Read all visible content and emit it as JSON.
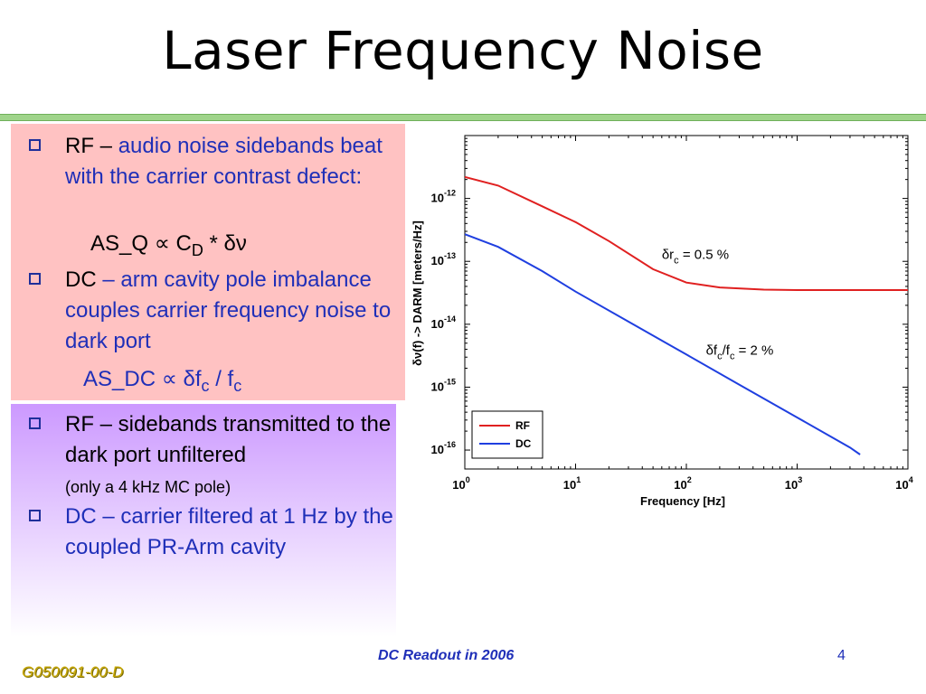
{
  "slide": {
    "title": "Laser Frequency Noise",
    "footer_center": "DC Readout in 2006",
    "footer_page": "4",
    "footer_left": "G050091-00-D"
  },
  "colors": {
    "rule": "#9fd48a",
    "panel_top": "#ffc2c2",
    "panel_bottom": "#cc99ff",
    "text_blue": "#1f2fb8",
    "rf_line": "#e02020",
    "dc_line": "#1f3fe0"
  },
  "bullets": {
    "b1_lead": "RF – ",
    "b1_rest": "audio noise sidebands beat with the carrier contrast defect:",
    "f1_text": "AS_Q  ∝  C",
    "f1_sub": "D",
    "f1_tail": " *  δν",
    "b2_lead": "DC ",
    "b2_rest": "– arm cavity pole imbalance couples carrier frequency noise to dark port",
    "f2_text": "AS_DC  ∝  δf",
    "f2_sub": "c",
    "f2_tail": " / f",
    "f2_sub2": "c",
    "b3_main": "RF – sidebands transmitted to the dark port unfiltered",
    "b3_small": "(only a 4 kHz MC pole)",
    "b4_main": "DC – carrier filtered at 1 Hz by the coupled PR-Arm cavity"
  },
  "chart_data": {
    "type": "line",
    "x_scale": "log",
    "y_scale": "log",
    "xlim": [
      1,
      10000
    ],
    "ylim": [
      5e-17,
      1e-11
    ],
    "xlabel": "Frequency [Hz]",
    "ylabel": "δν(f) -> DARM  [meters/Hz]",
    "x_ticks": [
      {
        "value": 1,
        "base": "10",
        "exp": "0"
      },
      {
        "value": 10,
        "base": "10",
        "exp": "1"
      },
      {
        "value": 100,
        "base": "10",
        "exp": "2"
      },
      {
        "value": 1000,
        "base": "10",
        "exp": "3"
      },
      {
        "value": 10000,
        "base": "10",
        "exp": "4"
      }
    ],
    "y_ticks": [
      {
        "value": 1e-12,
        "base": "10",
        "exp": "-12"
      },
      {
        "value": 1e-13,
        "base": "10",
        "exp": "-13"
      },
      {
        "value": 1e-14,
        "base": "10",
        "exp": "-14"
      },
      {
        "value": 1e-15,
        "base": "10",
        "exp": "-15"
      },
      {
        "value": 1e-16,
        "base": "10",
        "exp": "-16"
      }
    ],
    "legend_position": "bottom-left",
    "series": [
      {
        "name": "RF",
        "color": "#e02020",
        "x": [
          1,
          2,
          5,
          10,
          20,
          50,
          100,
          200,
          500,
          1000,
          2000,
          5000,
          10000
        ],
        "y": [
          2.2e-12,
          1.6e-12,
          7.5e-13,
          4.2e-13,
          2.1e-13,
          7.5e-14,
          4.6e-14,
          3.85e-14,
          3.55e-14,
          3.5e-14,
          3.5e-14,
          3.5e-14,
          3.5e-14
        ]
      },
      {
        "name": "DC",
        "color": "#1f3fe0",
        "x": [
          1,
          2,
          5,
          10,
          30,
          100,
          300,
          1000,
          3000,
          3700
        ],
        "y": [
          2.7e-13,
          1.7e-13,
          7e-14,
          3.3e-14,
          1.1e-14,
          3.3e-15,
          1.1e-15,
          3.3e-16,
          1.1e-16,
          8.5e-17
        ]
      }
    ],
    "annotations": [
      {
        "pre": "δr",
        "sub": "c",
        "post": " = 0.5 %",
        "x": 60,
        "y": 1.1e-13
      },
      {
        "pre": "δf",
        "sub": "c",
        "mid": "/f",
        "sub2": "c",
        "post": " = 2 %",
        "x": 150,
        "y": 3.3e-15
      }
    ]
  }
}
